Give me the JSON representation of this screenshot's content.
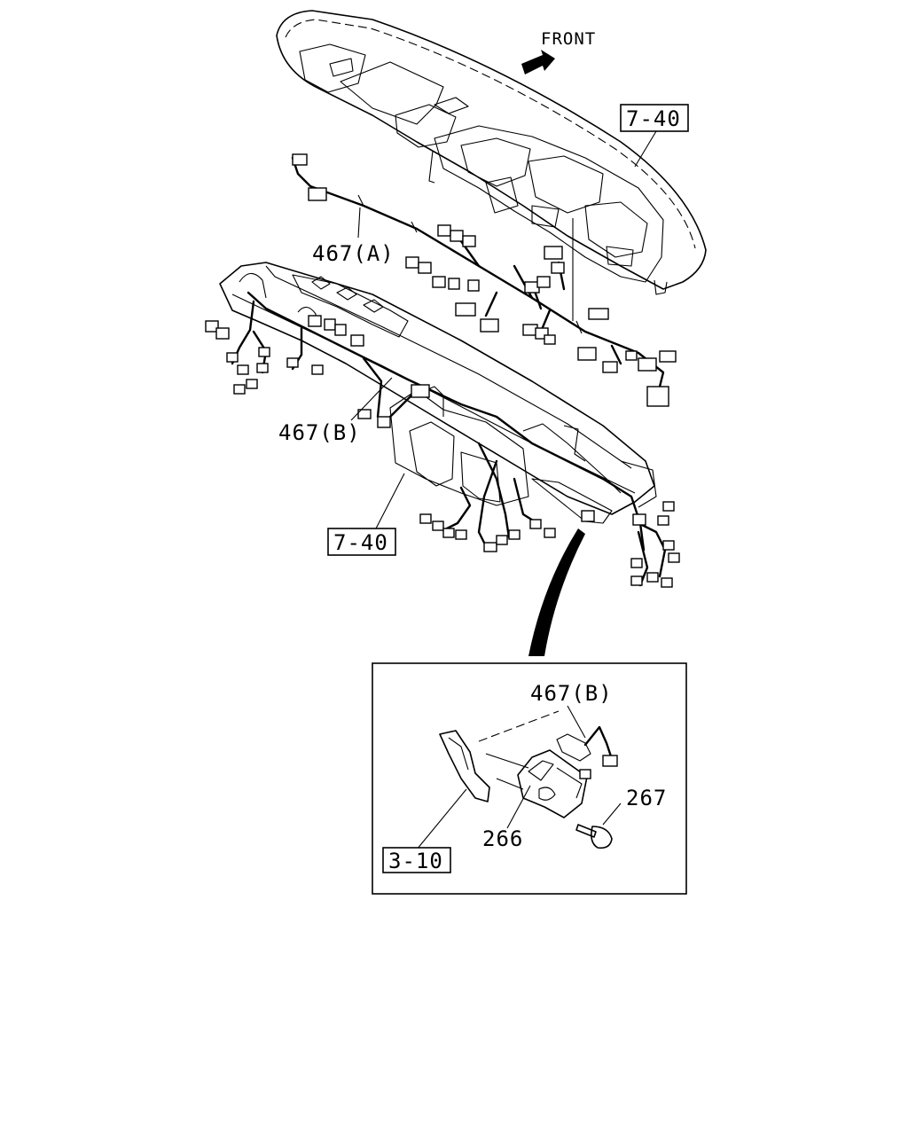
{
  "labels": {
    "front": "FRONT",
    "ref_top": "7-40",
    "harness_a": "467(A)",
    "harness_b": "467(B)",
    "ref_mid": "7-40",
    "inset_harness_b": "467(B)",
    "bolt": "267",
    "bracket": "266",
    "ref_inset": "3-10"
  }
}
